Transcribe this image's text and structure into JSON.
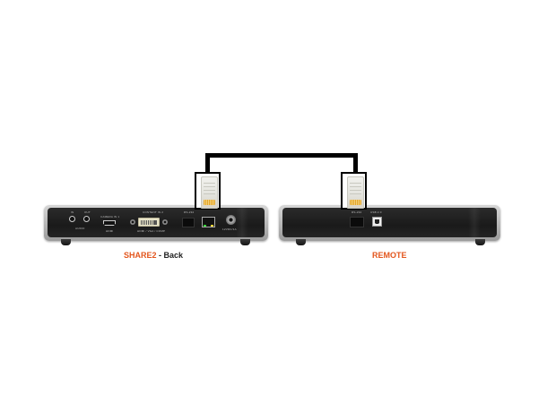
{
  "diagram": {
    "type": "connection-diagram",
    "description": "RS-232 cable connecting SHARE2 back panel to REMOTE unit",
    "cable": {
      "color": "#000000",
      "connector_type": "RJ45 plug",
      "from": "SHARE2 RS-232 port",
      "to": "REMOTE RS-232 port"
    }
  },
  "devices": [
    {
      "id": "share2",
      "label_primary": "SHARE2",
      "label_separator": " - ",
      "label_secondary": "Back",
      "label_primary_color": "#e3561d",
      "ports": {
        "audio_in": "IN",
        "audio_out": "OUT",
        "audio_group": "AUDIO",
        "camera_in": "CAMERA IN 1",
        "hdmi": "HDMI",
        "content_in": "CONTENT IN 2",
        "dvi_sub": "HDMI / VGA / COMP",
        "rs232": "RS-232",
        "power": "12VDC/1A"
      }
    },
    {
      "id": "remote",
      "label_primary": "REMOTE",
      "label_primary_color": "#e3561d",
      "ports": {
        "rs232": "RS-232",
        "usb": "USB 2.0"
      }
    }
  ]
}
